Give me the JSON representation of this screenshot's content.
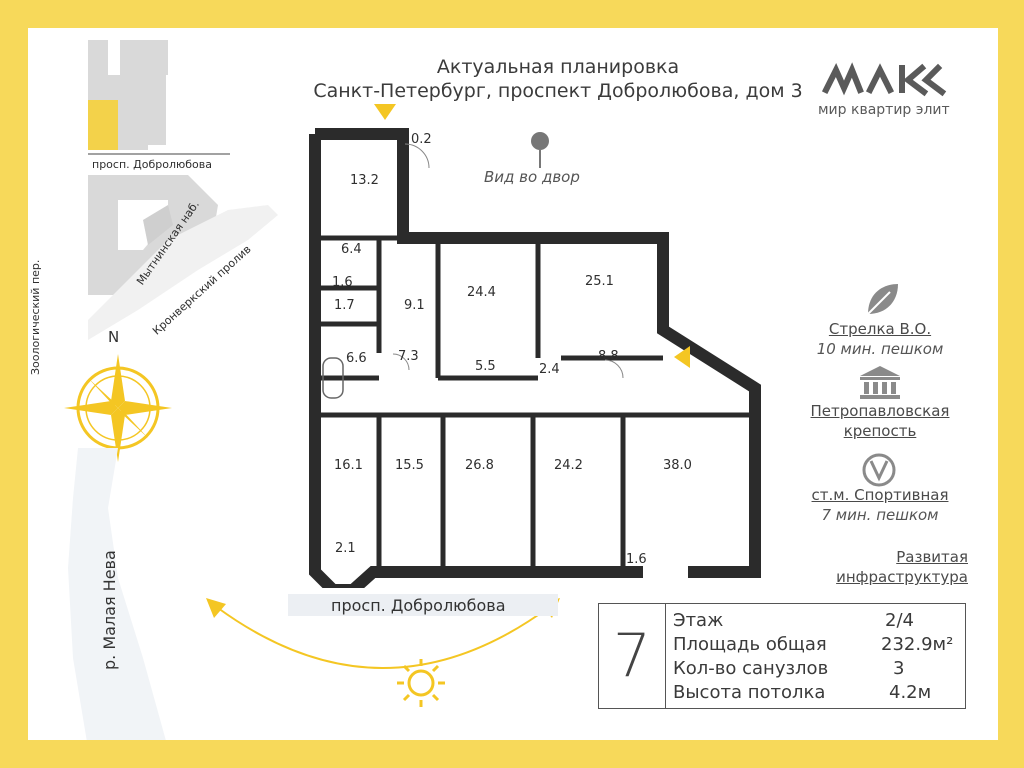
{
  "header": {
    "line1": "Актуальная планировка",
    "line2": "Санкт-Петербург, проспект Добролюбова, дом 3"
  },
  "brand": {
    "name": "мир квартир элит",
    "color": "#5a5a5a"
  },
  "colors": {
    "accent": "#f7d95a",
    "sun": "#f4c623",
    "wall": "#2b2b2b",
    "map_gray": "#d9d9d9",
    "map_yellow": "#f3d24a"
  },
  "locator_map": {
    "street_top": "просп. Добролюбова",
    "lane_left": "Зоологический пер.",
    "embankment": "Мытнинская наб.",
    "strait": "Кронверкский пролив"
  },
  "compass": {
    "north": "N"
  },
  "river": "р. Малая Нева",
  "view_label": "Вид во двор",
  "bottom_street": "просп. Добролюбова",
  "rooms": [
    "13.2",
    "0.2",
    "6.4",
    "1.6",
    "1.7",
    "9.1",
    "24.4",
    "25.1",
    "6.6",
    "7.3",
    "5.5",
    "2.4",
    "8.8",
    "16.1",
    "15.5",
    "26.8",
    "24.2",
    "38.0",
    "2.1",
    "1.6"
  ],
  "landmarks": [
    {
      "icon": "leaf-icon",
      "name": "Стрелка В.О.",
      "note": "10 мин. пешком"
    },
    {
      "icon": "fortress-icon",
      "name": "Петропавловская крепость",
      "name_line1": "Петропавловская",
      "name_line2": "крепость"
    },
    {
      "icon": "metro-icon",
      "name": "ст.м. Спортивная",
      "note": "7 мин. пешком"
    },
    {
      "name_line1": "Развитая",
      "name_line2": "инфраструктура"
    }
  ],
  "info": {
    "floor_number": "7",
    "rows": [
      {
        "label": "Этаж",
        "value": "2/4"
      },
      {
        "label": "Площадь общая",
        "value": "232.9м²"
      },
      {
        "label": "Кол-во санузлов",
        "value": "3"
      },
      {
        "label": "Высота потолка",
        "value": "4.2м"
      }
    ]
  }
}
